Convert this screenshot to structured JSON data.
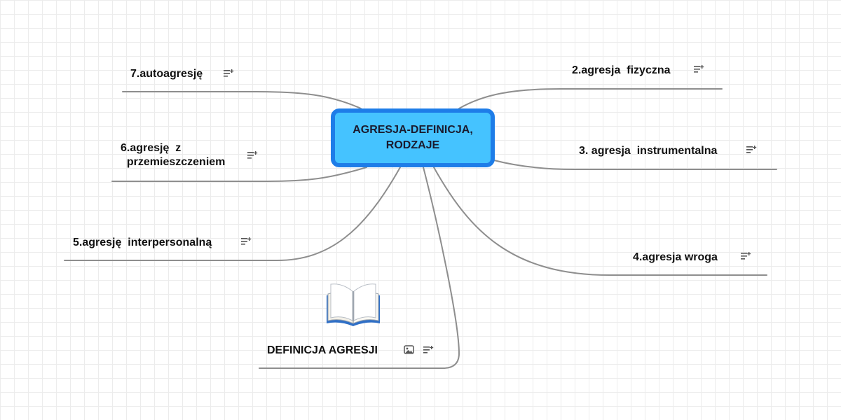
{
  "central_topic": {
    "label": "AGRESJA-DEFINICJA,\nRODZAJE"
  },
  "topics": [
    {
      "id": "t2",
      "label": "2.agresja  fizyczna",
      "has_notes": true
    },
    {
      "id": "t3",
      "label": "3. agresja  instrumentalna",
      "has_notes": true
    },
    {
      "id": "t4",
      "label": "4.agresja wroga",
      "has_notes": true
    },
    {
      "id": "t5",
      "label": "5.agresję  interpersonalną",
      "has_notes": true
    },
    {
      "id": "t6",
      "label": "6.agresję  z\n  przemieszczeniem",
      "has_notes": true
    },
    {
      "id": "t7",
      "label": "7.autoagresję",
      "has_notes": true
    },
    {
      "id": "tdef",
      "label": "DEFINICJA AGRESJI",
      "has_notes": true,
      "has_image": true,
      "image_icon": "open-book-icon"
    }
  ],
  "colors": {
    "central_fill": "#45c3ff",
    "central_border": "#1e7de8",
    "connector": "#8e8e8e",
    "grid": "#ececec"
  },
  "icons": {
    "notes": "notes-icon",
    "image": "image-icon"
  }
}
